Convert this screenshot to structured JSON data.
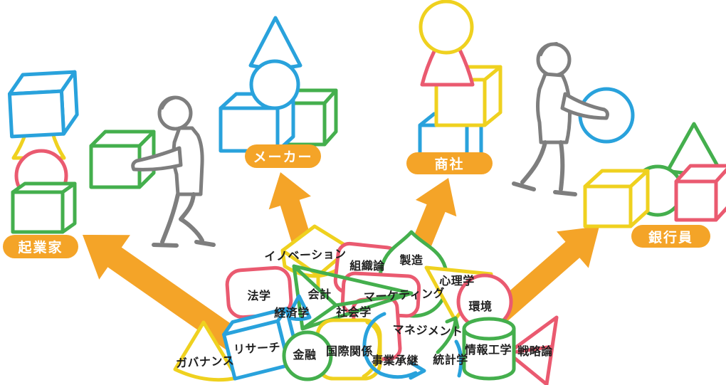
{
  "illustration": {
    "description": "Subject building blocks assembled into career paths"
  },
  "careers": {
    "entrepreneur": "起業家",
    "maker": "メーカー",
    "trading_company": "商社",
    "banker": "銀行員"
  },
  "subjects": {
    "innovation": "イノベーション",
    "organization_theory": "組織論",
    "manufacturing": "製造",
    "law": "法学",
    "accounting": "会計",
    "marketing": "マーケティング",
    "psychology": "心理学",
    "economics": "経済学",
    "sociology": "社会学",
    "environment": "環境",
    "research": "リサーチ",
    "governance": "ガバナンス",
    "finance": "金融",
    "international_relations": "国際関係",
    "management": "マネジメント",
    "business_succession": "事業承継",
    "statistics": "統計学",
    "information_engineering": "情報工学",
    "strategy_theory": "戦略論"
  },
  "colors": {
    "accent_orange": "#F4A428",
    "blue": "#29A2DC",
    "green": "#44AF4D",
    "red": "#EA5A70",
    "yellow": "#EFD11F",
    "gray": "#7E7E7E",
    "label_text": "#1F1F1F",
    "pill_text": "#FFFFFF"
  }
}
